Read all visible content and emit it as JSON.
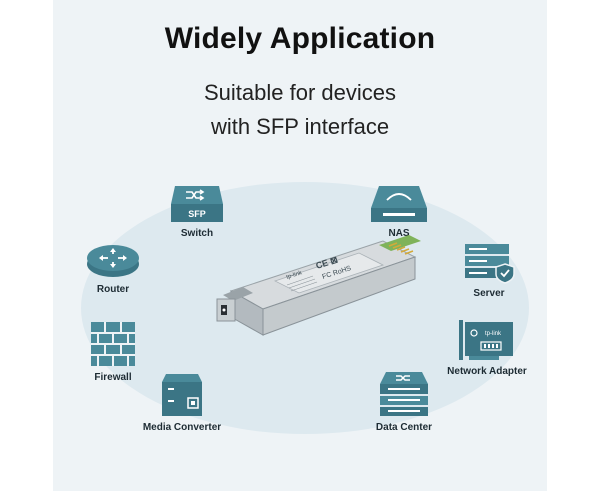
{
  "heading": {
    "title": "Widely Application",
    "subtitle_line1": "Suitable for devices",
    "subtitle_line2": "with SFP interface"
  },
  "devices": {
    "switch": {
      "label": "Switch",
      "icon": "switch-icon",
      "badge": "SFP"
    },
    "nas": {
      "label": "NAS",
      "icon": "nas-icon"
    },
    "router": {
      "label": "Router",
      "icon": "router-icon"
    },
    "server": {
      "label": "Server",
      "icon": "server-icon"
    },
    "firewall": {
      "label": "Firewall",
      "icon": "firewall-icon"
    },
    "network_adapter": {
      "label": "Network Adapter",
      "icon": "network-adapter-icon"
    },
    "media_converter": {
      "label": "Media Converter",
      "icon": "media-converter-icon"
    },
    "data_center": {
      "label": "Data Center",
      "icon": "data-center-icon"
    }
  },
  "module": {
    "brand": "tp-link",
    "marks": "CE  ⊠",
    "marks2": "FC  RoHS"
  },
  "colors": {
    "icon": "#4a8a9a",
    "icon_dark": "#3b7585",
    "background": "#eef3f6",
    "ellipse": "#dde9ef",
    "accent_green": "#2fa86b"
  }
}
